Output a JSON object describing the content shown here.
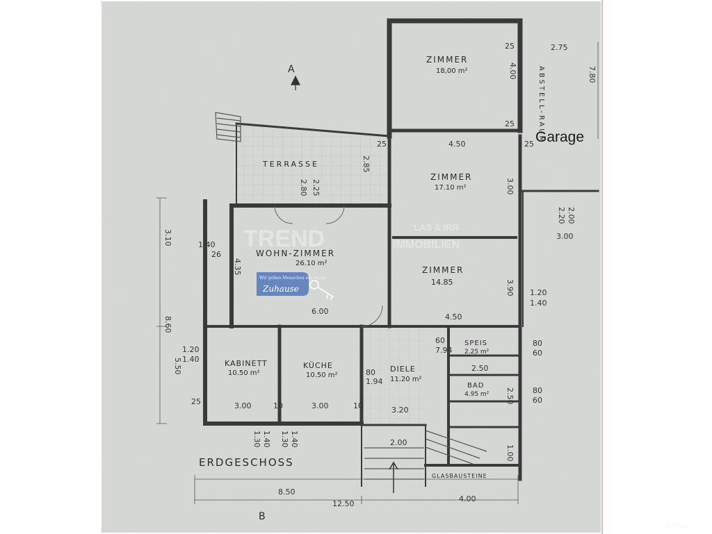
{
  "labels": {
    "garage": "Garage",
    "floor": "ERDGESCHOSS",
    "section_a": "A",
    "section_b": "B",
    "brand": "immoZ"
  },
  "rooms": {
    "zimmer1": {
      "name": "ZIMMER",
      "area": "18,00 m²"
    },
    "zimmer2": {
      "name": "ZIMMER",
      "area": "17.10 m²"
    },
    "zimmer3": {
      "name": "ZIMMER",
      "area": "14.85"
    },
    "wohn": {
      "name": "WOHN-ZIMMER",
      "area": "26.10 m²"
    },
    "terrasse": {
      "name": "TERRASSE"
    },
    "kabinett": {
      "name": "KABINETT",
      "area": "10.50 m²"
    },
    "kueche": {
      "name": "KÜCHE",
      "area": "10.50 m²"
    },
    "diele": {
      "name": "DIELE",
      "area": "11.20 m²"
    },
    "speis": {
      "name": "SPEIS",
      "area": "2.25 m²"
    },
    "bad": {
      "name": "BAD",
      "area": "4.95 m²"
    },
    "abstell": {
      "name": "ABSTELL-RAUM"
    },
    "glas": {
      "name": "GLASBAUSTEINE"
    }
  },
  "dimensions": {
    "d275": "2.75",
    "d780": "7.80",
    "d25a": "25",
    "d400": "4.00",
    "d25b": "25",
    "d450a": "4.50",
    "d25c": "25",
    "d285": "2.85",
    "d280": "2.80",
    "d225": "2.25",
    "d300a": "3.00",
    "d300b": "3.00",
    "d220": "2.20",
    "d200a": "2.00",
    "d310": "3.10",
    "d140a": "1.40",
    "d26": "26",
    "d435": "4.35",
    "d390": "3.90",
    "d120a": "1.20",
    "d140b": "1.40",
    "d860": "8.60",
    "d600": "6.00",
    "d450b": "4.50",
    "d550": "5.50",
    "d120b": "1.20",
    "d140c": "1.40",
    "d300c": "3.00",
    "d300d": "3.00",
    "d10a": "10",
    "d10b": "10",
    "d60a": "60",
    "d794a": "7.94",
    "d80a": "80",
    "d60b": "60",
    "d250a": "2.50",
    "d80b": "80",
    "d60c": "60",
    "d250b": "2.50",
    "d80c": "80",
    "d194": "1.94",
    "d320": "3.20",
    "d200b": "2.00",
    "d130a": "1.30",
    "d140d": "1.40",
    "d130b": "1.30",
    "d140e": "1.40",
    "d850": "8.50",
    "d1250": "12.50",
    "d400b": "4.00",
    "d100": "1.00",
    "d25d": "25",
    "d25e": "25"
  },
  "watermark": {
    "text_a": "TREND",
    "text_b": "LAS & IRR",
    "text_c": "IMMOBILIEN",
    "badge_small": "Wir geben Menschen ein neues",
    "badge_big": "Zuhause"
  }
}
